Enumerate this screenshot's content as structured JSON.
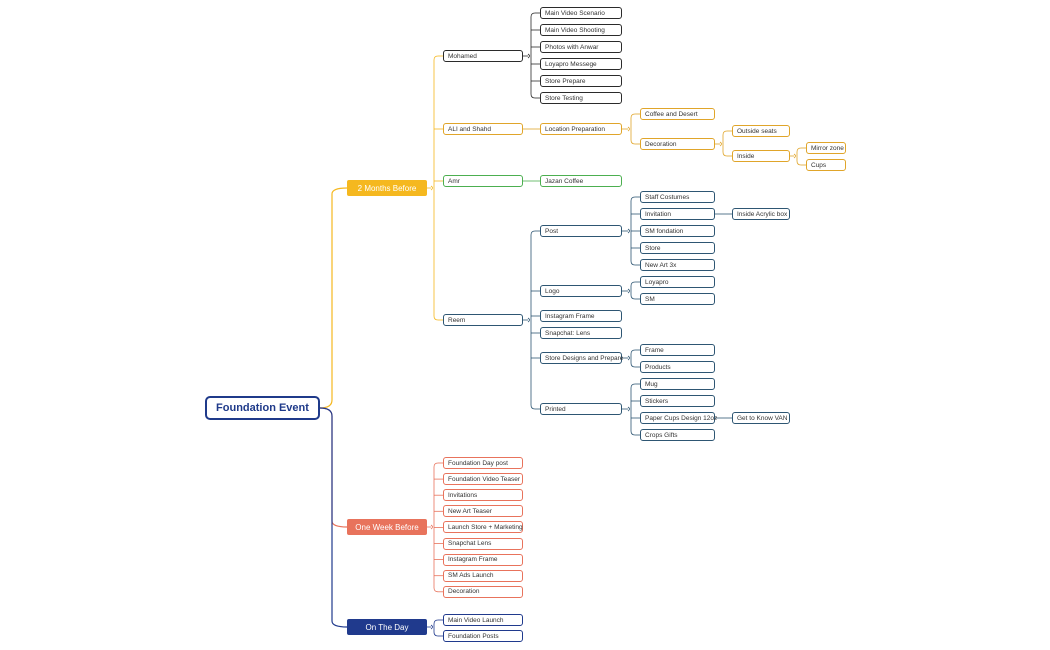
{
  "colors": {
    "yellow": "#f5b81f",
    "salmon": "#e8735c",
    "navy": "#203a8d",
    "green": "#4caf50",
    "blue": "#2e5673",
    "black": "#2b2b2b",
    "gold": "#e0a52a"
  },
  "mindmap": {
    "root": "Foundation Event",
    "branches": [
      {
        "label": "2 Months Before",
        "color": "yellow",
        "children": [
          {
            "label": "Mohamed",
            "color": "black",
            "children": [
              {
                "label": "Main Video Scenario"
              },
              {
                "label": "Main Video Shooting"
              },
              {
                "label": "Photos with Anwar"
              },
              {
                "label": "Loyapro Messege"
              },
              {
                "label": "Store Prepare"
              },
              {
                "label": "Store Testing"
              }
            ]
          },
          {
            "label": "ALI and Shahd",
            "color": "gold",
            "children": [
              {
                "label": "Location Preparation",
                "children": [
                  {
                    "label": "Coffee and Desert"
                  },
                  {
                    "label": "Decoration",
                    "children": [
                      {
                        "label": "Outside seats"
                      },
                      {
                        "label": "Inside",
                        "children": [
                          {
                            "label": "Mirror zone"
                          },
                          {
                            "label": "Cups"
                          }
                        ]
                      }
                    ]
                  }
                ]
              }
            ]
          },
          {
            "label": "Amr",
            "color": "green",
            "children": [
              {
                "label": "Jazan Coffee"
              }
            ]
          },
          {
            "label": "Reem",
            "color": "blue",
            "children": [
              {
                "label": "Post",
                "children": [
                  {
                    "label": "Staff Costumes"
                  },
                  {
                    "label": "Invitation",
                    "children": [
                      {
                        "label": "Inside Acrylic box"
                      }
                    ]
                  },
                  {
                    "label": "SM fondation"
                  },
                  {
                    "label": "Store"
                  },
                  {
                    "label": "New Art 3x"
                  }
                ]
              },
              {
                "label": "Logo",
                "children": [
                  {
                    "label": "Loyapro"
                  },
                  {
                    "label": "SM"
                  }
                ]
              },
              {
                "label": "Instagram Frame"
              },
              {
                "label": "Snapchat: Lens"
              },
              {
                "label": "Store Designs and Prepare",
                "children": [
                  {
                    "label": "Frame"
                  },
                  {
                    "label": "Products"
                  }
                ]
              },
              {
                "label": "Printed",
                "children": [
                  {
                    "label": "Mug"
                  },
                  {
                    "label": "Stickers"
                  },
                  {
                    "label": "Paper Cups Design 12oz",
                    "children": [
                      {
                        "label": "Get to Know VAN"
                      }
                    ]
                  },
                  {
                    "label": "Crops Gifts"
                  }
                ]
              }
            ]
          }
        ]
      },
      {
        "label": "One Week Before",
        "color": "salmon",
        "children": [
          {
            "label": "Foundation Day post"
          },
          {
            "label": "Foundation Video Teaser"
          },
          {
            "label": "Invitations"
          },
          {
            "label": "New Art Teaser"
          },
          {
            "label": "Launch Store + Marketing"
          },
          {
            "label": "Snapchat Lens"
          },
          {
            "label": "Instagram Frame"
          },
          {
            "label": "SM Ads Launch"
          },
          {
            "label": "Decoration"
          }
        ]
      },
      {
        "label": "On The Day",
        "color": "navy",
        "children": [
          {
            "label": "Main Video Launch"
          },
          {
            "label": "Foundation Posts"
          }
        ]
      }
    ]
  }
}
